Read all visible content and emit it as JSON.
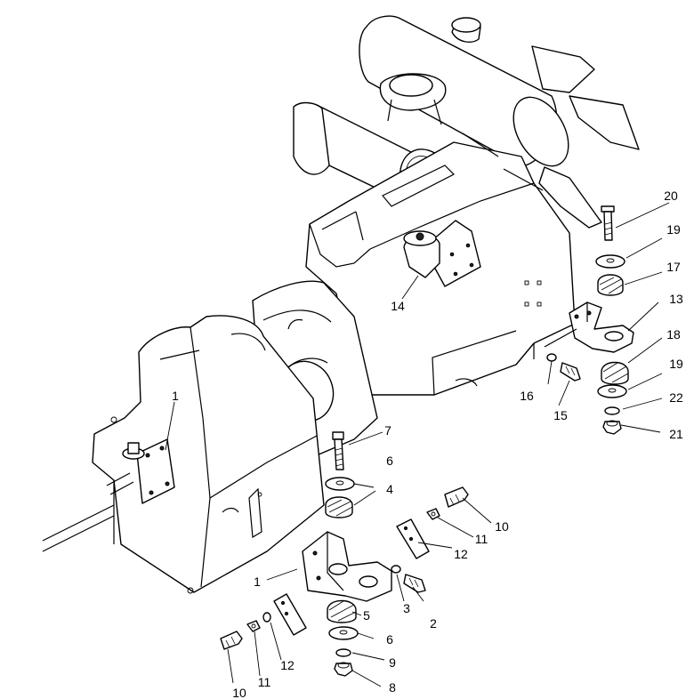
{
  "callouts": [
    {
      "id": "c1a",
      "label": "1"
    },
    {
      "id": "c1b",
      "label": "1"
    },
    {
      "id": "c2",
      "label": "2"
    },
    {
      "id": "c3",
      "label": "3"
    },
    {
      "id": "c4",
      "label": "4"
    },
    {
      "id": "c5",
      "label": "5"
    },
    {
      "id": "c6a",
      "label": "6"
    },
    {
      "id": "c6b",
      "label": "6"
    },
    {
      "id": "c7",
      "label": "7"
    },
    {
      "id": "c8",
      "label": "8"
    },
    {
      "id": "c9",
      "label": "9"
    },
    {
      "id": "c10a",
      "label": "10"
    },
    {
      "id": "c10b",
      "label": "10"
    },
    {
      "id": "c11a",
      "label": "11"
    },
    {
      "id": "c11b",
      "label": "11"
    },
    {
      "id": "c12a",
      "label": "12"
    },
    {
      "id": "c12b",
      "label": "12"
    },
    {
      "id": "c13",
      "label": "13"
    },
    {
      "id": "c14",
      "label": "14"
    },
    {
      "id": "c15",
      "label": "15"
    },
    {
      "id": "c16",
      "label": "16"
    },
    {
      "id": "c17",
      "label": "17"
    },
    {
      "id": "c18",
      "label": "18"
    },
    {
      "id": "c19a",
      "label": "19"
    },
    {
      "id": "c19b",
      "label": "19"
    },
    {
      "id": "c20",
      "label": "20"
    },
    {
      "id": "c21",
      "label": "21"
    },
    {
      "id": "c22",
      "label": "22"
    }
  ]
}
